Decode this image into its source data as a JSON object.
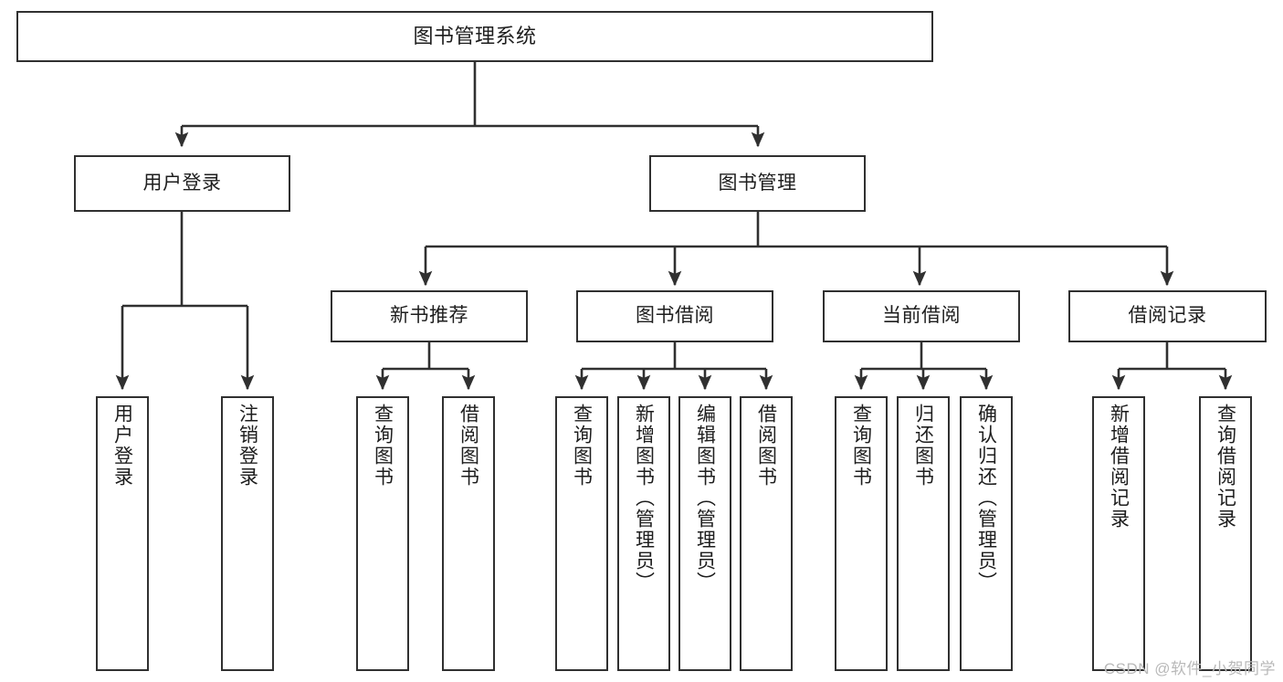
{
  "diagram": {
    "title": "图书管理系统",
    "type": "tree-hierarchy",
    "watermark": "CSDN @软件_小贺同学",
    "colors": {
      "stroke": "#303030",
      "fill": "#ffffff",
      "text": "#1d1d1d",
      "watermark": "#b9b9b9"
    },
    "nodes": {
      "root": {
        "label": "图书管理系统"
      },
      "level2": [
        {
          "id": "user-login",
          "label": "用户登录"
        },
        {
          "id": "book-manage",
          "label": "图书管理"
        }
      ],
      "level3": [
        {
          "id": "new-book-recommend",
          "label": "新书推荐"
        },
        {
          "id": "book-borrow",
          "label": "图书借阅"
        },
        {
          "id": "current-borrow",
          "label": "当前借阅"
        },
        {
          "id": "borrow-record",
          "label": "借阅记录"
        }
      ],
      "leaves": {
        "user-login": [
          {
            "id": "leaf-user-login",
            "label": "用户登录"
          },
          {
            "id": "leaf-logout-login",
            "label": "注销登录"
          }
        ],
        "new-book-recommend": [
          {
            "id": "leaf-query-book-1",
            "label": "查询图书"
          },
          {
            "id": "leaf-borrow-book-1",
            "label": "借阅图书"
          }
        ],
        "book-borrow": [
          {
            "id": "leaf-query-book-2",
            "label": "查询图书"
          },
          {
            "id": "leaf-add-book",
            "label": "新增图书（管理员）"
          },
          {
            "id": "leaf-edit-book",
            "label": "编辑图书（管理员）"
          },
          {
            "id": "leaf-borrow-book-2",
            "label": "借阅图书"
          }
        ],
        "current-borrow": [
          {
            "id": "leaf-query-book-3",
            "label": "查询图书"
          },
          {
            "id": "leaf-return-book",
            "label": "归还图书"
          },
          {
            "id": "leaf-confirm-return",
            "label": "确认归还（管理员）"
          }
        ],
        "borrow-record": [
          {
            "id": "leaf-add-record",
            "label": "新增借阅记录"
          },
          {
            "id": "leaf-query-record",
            "label": "查询借阅记录"
          }
        ]
      }
    }
  }
}
